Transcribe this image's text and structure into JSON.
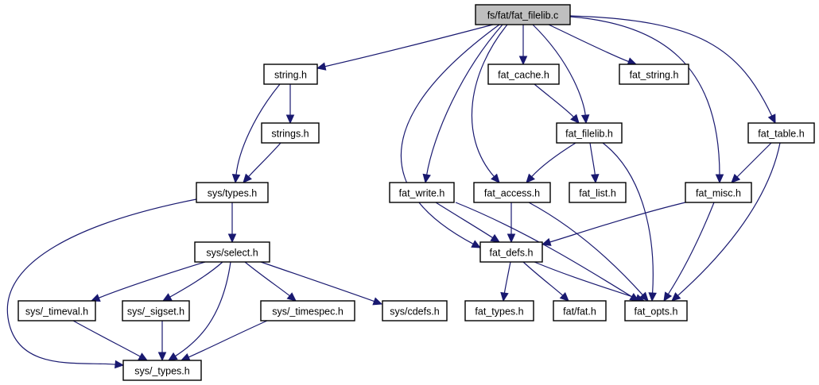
{
  "diagram": {
    "type": "include-dependency-graph",
    "edge_color": "#191970",
    "root_fill": "#bfbfbf",
    "node_fill": "#ffffff",
    "nodes": [
      {
        "id": "root",
        "label": "fs/fat/fat_filelib.c",
        "root": true
      },
      {
        "id": "string_h",
        "label": "string.h"
      },
      {
        "id": "strings_h",
        "label": "strings.h"
      },
      {
        "id": "sys_types_h",
        "label": "sys/types.h"
      },
      {
        "id": "sys_select_h",
        "label": "sys/select.h"
      },
      {
        "id": "sys_timeval_h",
        "label": "sys/_timeval.h"
      },
      {
        "id": "sys_sigset_h",
        "label": "sys/_sigset.h"
      },
      {
        "id": "sys_timespec_h",
        "label": "sys/_timespec.h"
      },
      {
        "id": "sys_cdefs_h",
        "label": "sys/cdefs.h"
      },
      {
        "id": "sys__types_h",
        "label": "sys/_types.h"
      },
      {
        "id": "fat_cache_h",
        "label": "fat_cache.h"
      },
      {
        "id": "fat_string_h",
        "label": "fat_string.h"
      },
      {
        "id": "fat_filelib_h",
        "label": "fat_filelib.h"
      },
      {
        "id": "fat_table_h",
        "label": "fat_table.h"
      },
      {
        "id": "fat_write_h",
        "label": "fat_write.h"
      },
      {
        "id": "fat_access_h",
        "label": "fat_access.h"
      },
      {
        "id": "fat_list_h",
        "label": "fat_list.h"
      },
      {
        "id": "fat_misc_h",
        "label": "fat_misc.h"
      },
      {
        "id": "fat_defs_h",
        "label": "fat_defs.h"
      },
      {
        "id": "fat_types_h",
        "label": "fat_types.h"
      },
      {
        "id": "fat_fat_h",
        "label": "fat/fat.h"
      },
      {
        "id": "fat_opts_h",
        "label": "fat_opts.h"
      }
    ],
    "edges": [
      {
        "from": "root",
        "to": "string_h"
      },
      {
        "from": "root",
        "to": "fat_defs_h"
      },
      {
        "from": "root",
        "to": "fat_write_h"
      },
      {
        "from": "root",
        "to": "fat_access_h"
      },
      {
        "from": "root",
        "to": "fat_cache_h"
      },
      {
        "from": "root",
        "to": "fat_filelib_h"
      },
      {
        "from": "root",
        "to": "fat_string_h"
      },
      {
        "from": "root",
        "to": "fat_misc_h"
      },
      {
        "from": "root",
        "to": "fat_table_h"
      },
      {
        "from": "string_h",
        "to": "strings_h"
      },
      {
        "from": "string_h",
        "to": "sys_types_h"
      },
      {
        "from": "strings_h",
        "to": "sys_types_h"
      },
      {
        "from": "sys_types_h",
        "to": "sys_select_h"
      },
      {
        "from": "sys_types_h",
        "to": "sys__types_h"
      },
      {
        "from": "sys_select_h",
        "to": "sys_timeval_h"
      },
      {
        "from": "sys_select_h",
        "to": "sys_sigset_h"
      },
      {
        "from": "sys_select_h",
        "to": "sys__types_h"
      },
      {
        "from": "sys_select_h",
        "to": "sys_timespec_h"
      },
      {
        "from": "sys_select_h",
        "to": "sys_cdefs_h"
      },
      {
        "from": "sys_timeval_h",
        "to": "sys__types_h"
      },
      {
        "from": "sys_sigset_h",
        "to": "sys__types_h"
      },
      {
        "from": "sys_timespec_h",
        "to": "sys__types_h"
      },
      {
        "from": "fat_cache_h",
        "to": "fat_filelib_h"
      },
      {
        "from": "fat_filelib_h",
        "to": "fat_access_h"
      },
      {
        "from": "fat_filelib_h",
        "to": "fat_list_h"
      },
      {
        "from": "fat_filelib_h",
        "to": "fat_opts_h"
      },
      {
        "from": "fat_table_h",
        "to": "fat_misc_h"
      },
      {
        "from": "fat_table_h",
        "to": "fat_opts_h"
      },
      {
        "from": "fat_write_h",
        "to": "fat_defs_h"
      },
      {
        "from": "fat_write_h",
        "to": "fat_opts_h"
      },
      {
        "from": "fat_access_h",
        "to": "fat_defs_h"
      },
      {
        "from": "fat_access_h",
        "to": "fat_opts_h"
      },
      {
        "from": "fat_misc_h",
        "to": "fat_defs_h"
      },
      {
        "from": "fat_misc_h",
        "to": "fat_opts_h"
      },
      {
        "from": "fat_defs_h",
        "to": "fat_types_h"
      },
      {
        "from": "fat_defs_h",
        "to": "fat_fat_h"
      },
      {
        "from": "fat_defs_h",
        "to": "fat_opts_h"
      }
    ]
  }
}
